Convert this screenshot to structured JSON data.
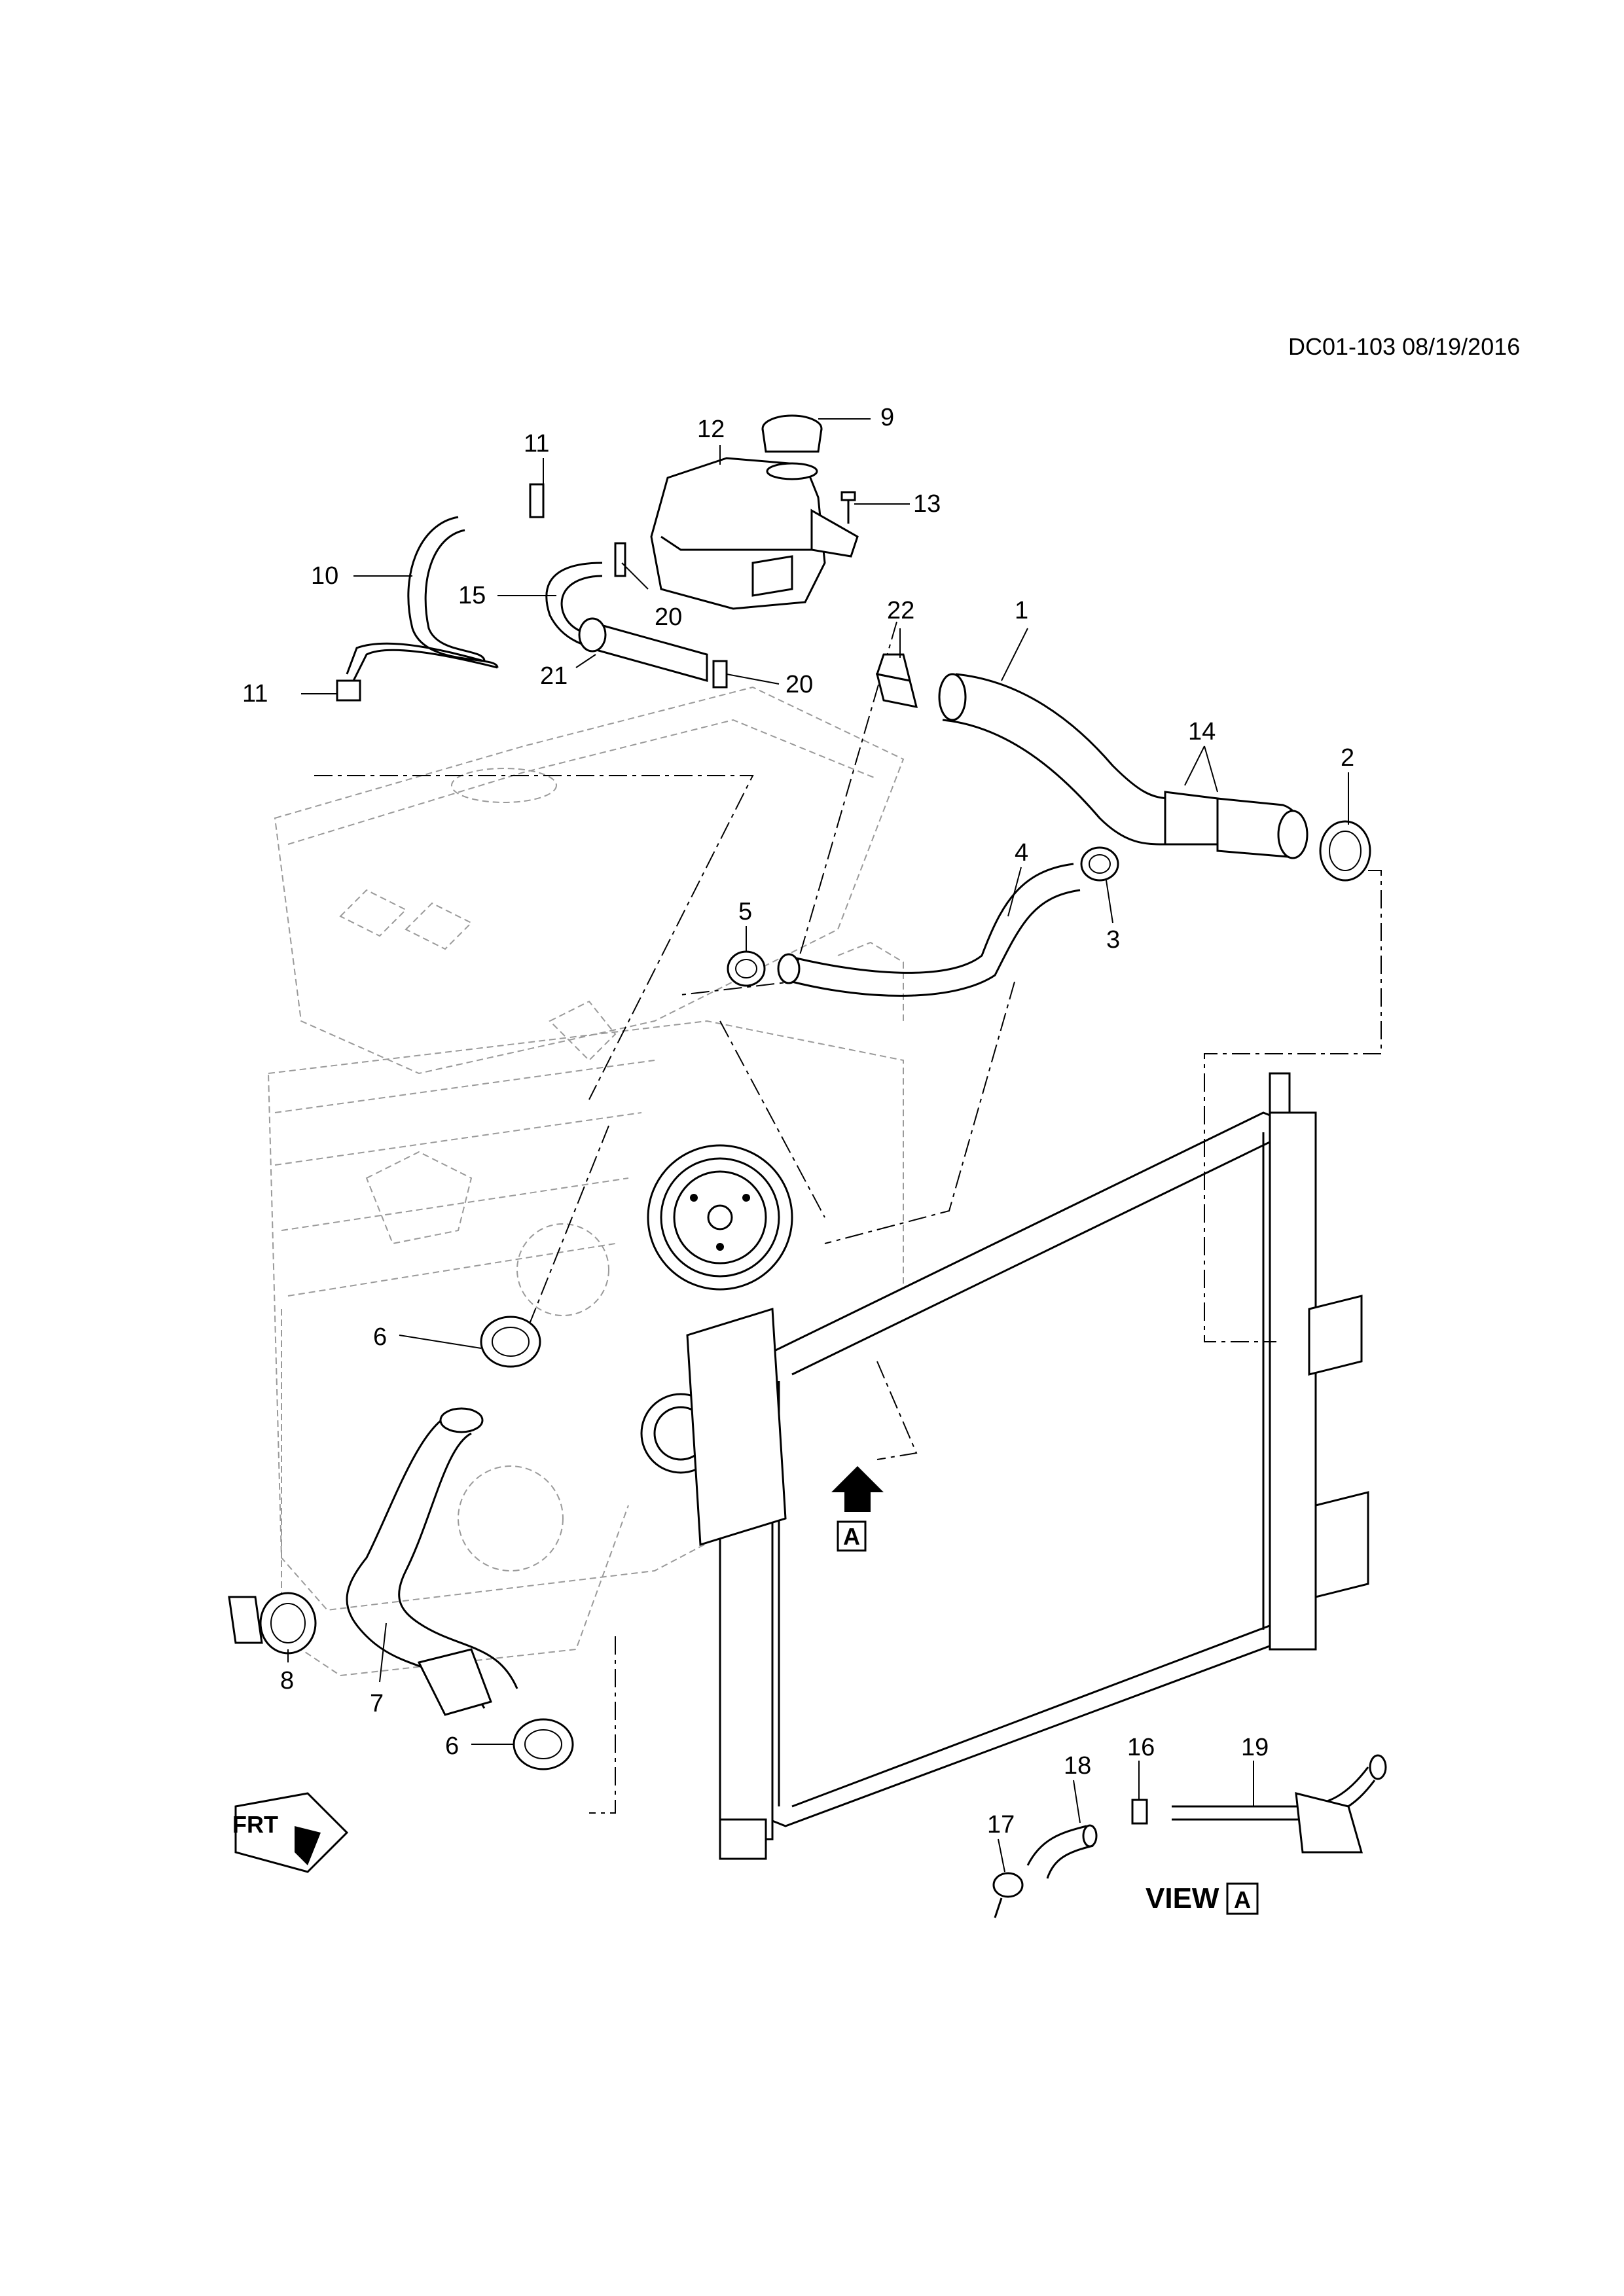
{
  "reference": "DC01-103 08/19/2016",
  "view_label": "VIEW",
  "view_letter": "A",
  "arrow_letter": "A",
  "front_label": "FRT",
  "callouts": [
    {
      "id": "c1",
      "text": "1"
    },
    {
      "id": "c2",
      "text": "2"
    },
    {
      "id": "c3",
      "text": "3"
    },
    {
      "id": "c4",
      "text": "4"
    },
    {
      "id": "c5",
      "text": "5"
    },
    {
      "id": "c6a",
      "text": "6"
    },
    {
      "id": "c6b",
      "text": "6"
    },
    {
      "id": "c7",
      "text": "7"
    },
    {
      "id": "c8",
      "text": "8"
    },
    {
      "id": "c9",
      "text": "9"
    },
    {
      "id": "c10",
      "text": "10"
    },
    {
      "id": "c11a",
      "text": "11"
    },
    {
      "id": "c11b",
      "text": "11"
    },
    {
      "id": "c12",
      "text": "12"
    },
    {
      "id": "c13",
      "text": "13"
    },
    {
      "id": "c14",
      "text": "14"
    },
    {
      "id": "c15",
      "text": "15"
    },
    {
      "id": "c16",
      "text": "16"
    },
    {
      "id": "c17",
      "text": "17"
    },
    {
      "id": "c18",
      "text": "18"
    },
    {
      "id": "c19",
      "text": "19"
    },
    {
      "id": "c20a",
      "text": "20"
    },
    {
      "id": "c20b",
      "text": "20"
    },
    {
      "id": "c21",
      "text": "21"
    },
    {
      "id": "c22",
      "text": "22"
    }
  ]
}
